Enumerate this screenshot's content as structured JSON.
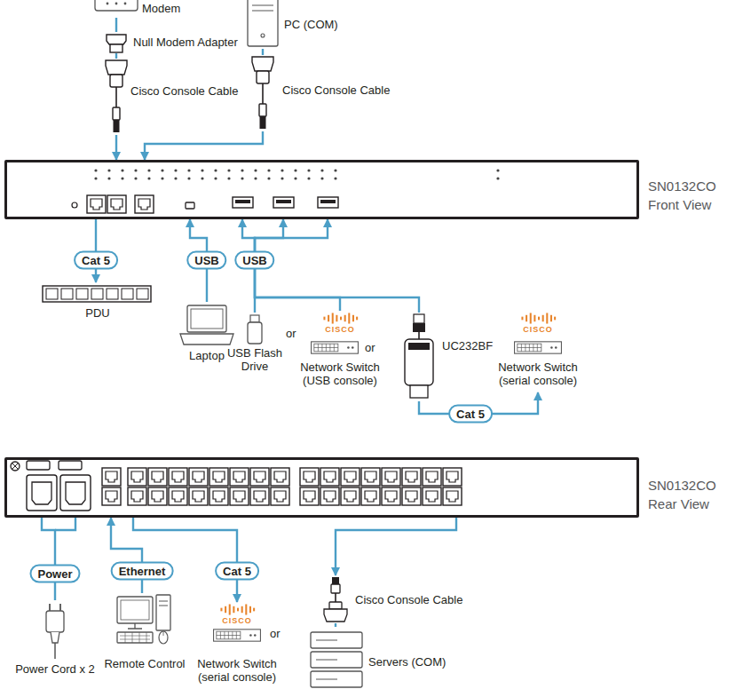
{
  "diagram": {
    "nodes": [
      {
        "text": [
          "Modem"
        ]
      },
      {
        "text": [
          "Null Modem Adapter"
        ]
      },
      {
        "text": [
          "Cisco Console Cable"
        ]
      },
      {
        "text": [
          "PC (COM)"
        ]
      },
      {
        "text": [
          "Cisco Console Cable"
        ]
      },
      {
        "text": [
          "SN0132CO Front View"
        ]
      },
      {
        "text": [
          "PDU"
        ]
      },
      {
        "text": [
          "Laptop"
        ]
      },
      {
        "text": [
          "USB Flash Drive"
        ]
      },
      {
        "text": [
          "CISCO",
          "Network Switch (USB console)"
        ]
      },
      {
        "text": [
          "UC232BF"
        ]
      },
      {
        "text": [
          "CISCO",
          "Network Switch (serial console)"
        ]
      },
      {
        "text": [
          "SN0132CO Rear View"
        ]
      },
      {
        "text": [
          "Power Cord x 2"
        ]
      },
      {
        "text": [
          "Remote Control"
        ]
      },
      {
        "text": [
          "CISCO",
          "Network Switch (serial console)"
        ]
      },
      {
        "text": [
          "Cisco Console Cable"
        ]
      },
      {
        "text": [
          "Servers (COM)"
        ]
      }
    ],
    "edges": [
      {
        "from": 0,
        "to": 1,
        "arrow": "none"
      },
      {
        "from": 1,
        "to": 2,
        "arrow": "none"
      },
      {
        "from": 2,
        "to": 5,
        "arrow": "to"
      },
      {
        "from": 3,
        "to": 4,
        "arrow": "none"
      },
      {
        "from": 4,
        "to": 5,
        "arrow": "to"
      },
      {
        "from": 5,
        "to": 6,
        "label": "Cat 5",
        "arrow": "to"
      },
      {
        "from": 7,
        "to": 5,
        "label": "USB",
        "arrow": "to"
      },
      {
        "from": 8,
        "to": 5,
        "label": "USB",
        "arrow": "to"
      },
      {
        "from": 9,
        "to": 5,
        "arrow": "to"
      },
      {
        "from": 10,
        "to": 5,
        "arrow": "to"
      },
      {
        "from": 10,
        "to": 11,
        "label": "Cat 5",
        "arrow": "to"
      },
      {
        "from": 12,
        "to": 13,
        "label": "Power",
        "arrow": "none"
      },
      {
        "from": 14,
        "to": 12,
        "label": "Ethernet",
        "arrow": "to"
      },
      {
        "from": 12,
        "to": 15,
        "label": "Cat 5",
        "arrow": "to"
      },
      {
        "from": 12,
        "to": 16,
        "arrow": "to"
      },
      {
        "from": 16,
        "to": 17,
        "arrow": "none"
      }
    ],
    "labels": [
      "or",
      "or",
      "or"
    ]
  }
}
